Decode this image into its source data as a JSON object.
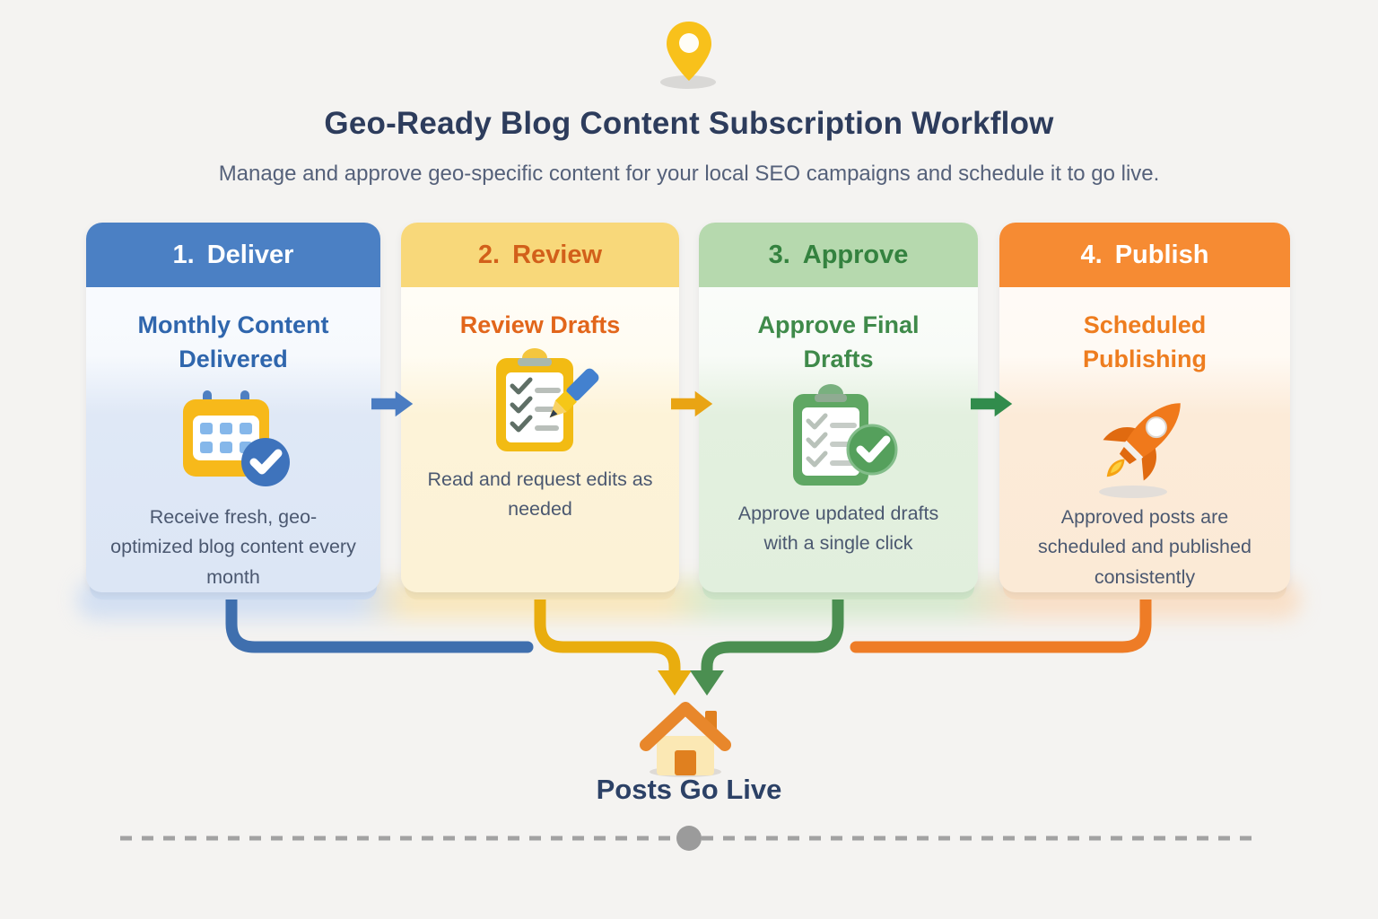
{
  "page": {
    "title": "Geo-Ready Blog Content Subscription Workflow",
    "subtitle": "Manage and approve geo-specific content for your local SEO campaigns and schedule it to go live.",
    "background_color": "#f4f3f1",
    "header_icon": "map-pin-icon",
    "header_icon_color": "#f8c11b"
  },
  "steps": [
    {
      "number": "1.",
      "label": "Deliver",
      "card_title": "Monthly Content Delivered",
      "description": "Receive fresh, geo-optimized blog content every month",
      "icon": "calendar-check-icon",
      "header_bg": "#4b80c4",
      "header_text_color": "#ffffff",
      "title_color": "#2f66ad",
      "connector_color": "#3f6fae"
    },
    {
      "number": "2.",
      "label": "Review",
      "card_title": "Review Drafts",
      "description": "Read and request edits as needed",
      "icon": "clipboard-pencil-icon",
      "header_bg": "#f8d87a",
      "header_text_color": "#d2601a",
      "title_color": "#e2661b",
      "connector_color": "#e9ad0e"
    },
    {
      "number": "3.",
      "label": "Approve",
      "card_title": "Approve Final Drafts",
      "description": "Approve updated drafts with a single click",
      "icon": "clipboard-check-icon",
      "header_bg": "#b6d9ae",
      "header_text_color": "#34823f",
      "title_color": "#3f8a4a",
      "connector_color": "#4b8f51"
    },
    {
      "number": "4.",
      "label": "Publish",
      "card_title": "Scheduled Publishing",
      "description": "Approved posts are scheduled and published consistently",
      "icon": "rocket-icon",
      "header_bg": "#f68b33",
      "header_text_color": "#ffffff",
      "title_color": "#ee7d1f",
      "connector_color": "#ee7c26"
    }
  ],
  "flow_arrows": [
    {
      "between": "Deliver-Review",
      "color": "#4a7cc2"
    },
    {
      "between": "Review-Approve",
      "color": "#e9a414"
    },
    {
      "between": "Approve-Publish",
      "color": "#318c4c"
    }
  ],
  "result": {
    "label": "Posts Go Live",
    "icon": "house-icon",
    "label_color": "#2c4166"
  },
  "timeline": {
    "style": "dashed-line-with-center-dot",
    "color": "#a2a2a2"
  }
}
